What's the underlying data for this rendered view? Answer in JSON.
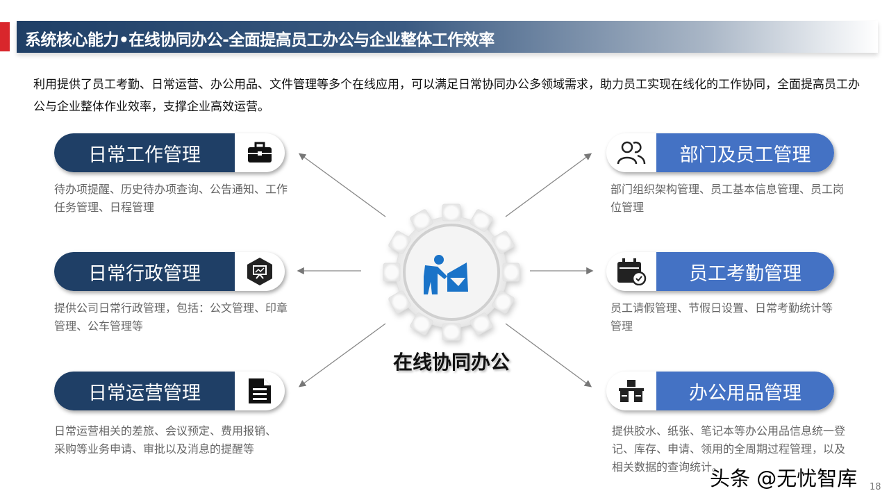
{
  "header": {
    "title": "系统核心能力•在线协同办公-全面提高员工办公与企业整体工作效率"
  },
  "intro": "利用提供了员工考勤、日常运营、办公用品、文件管理等多个在线应用，可以满足日常协同办公多领域需求，助力员工实现在线化的工作协同，全面提高员工办公与企业整体作业效率，支撑企业高效运营。",
  "center": {
    "label": "在线协同办公",
    "icon": "businessman-envelope-icon"
  },
  "left": [
    {
      "label": "日常工作管理",
      "icon": "briefcase-icon",
      "desc": "待办项提醒、历史待办项查询、公告通知、工作任务管理、日程管理"
    },
    {
      "label": "日常行政管理",
      "icon": "presentation-hexagon-icon",
      "desc": "提供公司日常行政管理，包括：公文管理、印章管理、公车管理等"
    },
    {
      "label": "日常运营管理",
      "icon": "document-icon",
      "desc": "日常运营相关的差旅、会议预定、费用报销、采购等业务申请、审批以及消息的提醒等"
    }
  ],
  "right": [
    {
      "label": "部门及员工管理",
      "icon": "users-icon",
      "desc": "部门组织架构管理、员工基本信息管理、员工岗位管理"
    },
    {
      "label": "员工考勤管理",
      "icon": "calendar-check-icon",
      "desc": "员工请假管理、节假日设置、日常考勤统计等管理"
    },
    {
      "label": "办公用品管理",
      "icon": "office-desk-icon",
      "desc": "提供胶水、纸张、笔记本等办公用品信息统一登记、库存、申请、领用的全周期过程管理，以及相关数据的查询统计。"
    }
  ],
  "watermark": "头条 @无忧智库",
  "page_number": "18",
  "colors": {
    "navy": "#1f3f66",
    "blue": "#4472c4",
    "icon_blue": "#1a73c8",
    "red": "#d9262c"
  }
}
